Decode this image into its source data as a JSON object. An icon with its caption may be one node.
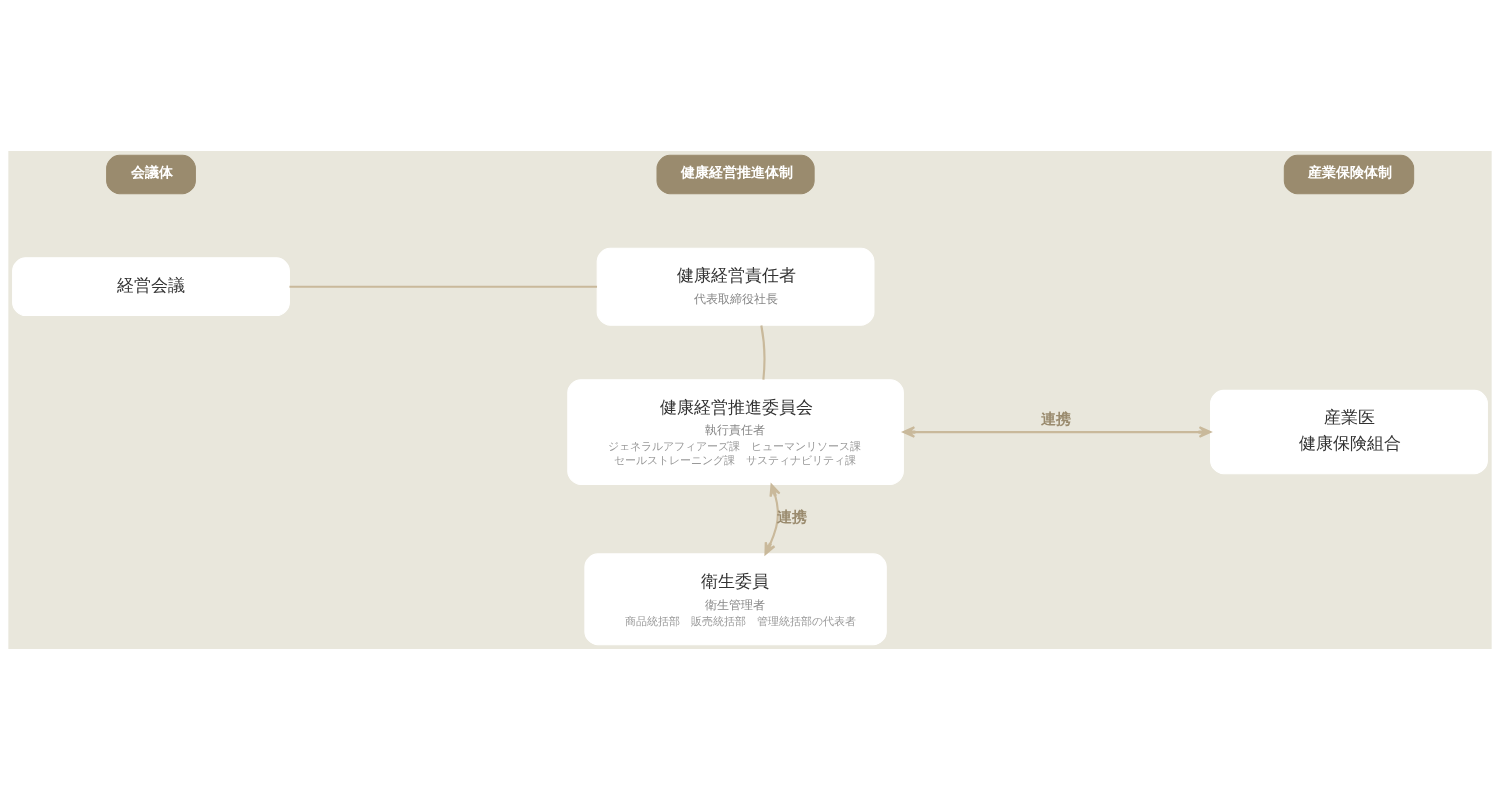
{
  "diagram": {
    "nodes": [
      {
        "text": [
          "会議体"
        ]
      },
      {
        "text": [
          "健康経営推進体制"
        ]
      },
      {
        "text": [
          "産業保険体制"
        ]
      },
      {
        "text": [
          "経営会議"
        ]
      },
      {
        "text": [
          "健康経営責任者",
          "代表取締役社長"
        ]
      },
      {
        "text": [
          "健康経営推進委員会",
          "執行責任者",
          "ジェネラルアフィアーズ課　ヒューマンリソース課",
          "セールストレーニング課　サスティナビリティ課"
        ]
      },
      {
        "text": [
          "産業医",
          "健康保険組合"
        ]
      },
      {
        "text": [
          "衛生委員",
          "衛生管理者",
          "商品統括部　販売統括部　管理統括部の代表者"
        ]
      }
    ],
    "edges": [
      {
        "from": 3,
        "to": 4,
        "arrow": "none"
      },
      {
        "from": 4,
        "to": 5,
        "arrow": "none"
      },
      {
        "from": 5,
        "to": 6,
        "arrow": "both",
        "label": "連携"
      },
      {
        "from": 5,
        "to": 7,
        "arrow": "both",
        "label": "連携"
      }
    ]
  }
}
